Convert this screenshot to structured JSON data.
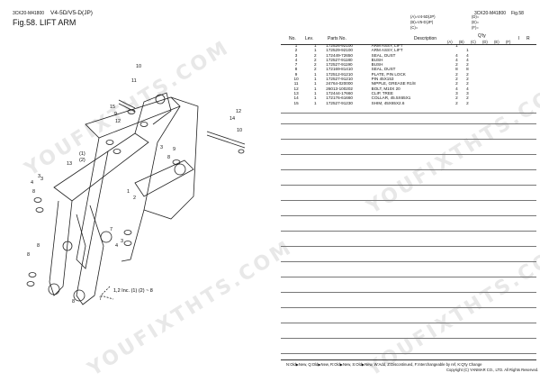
{
  "header": {
    "model_left": "3CK20-M41800",
    "series": "V4-5D/V5-D(JP)",
    "fig_title": "Fig.58.  LIFT ARM",
    "model_right": "3CK20-M41800",
    "fig_right": "Fig.58"
  },
  "variants": {
    "left": [
      "(A)=V4-5D(JP)",
      "(B)=V5-D(JP)",
      "(C)="
    ],
    "right": [
      "(D)=",
      "(E)=",
      "(F)="
    ]
  },
  "columns": {
    "no": "No.",
    "lev": "Lev.",
    "parts_no": "Parts No.",
    "description": "Description",
    "qty": "Q'ty",
    "qty_cols": [
      "(A)",
      "(B)",
      "(C)",
      "(D)",
      "(E)",
      "(F)"
    ],
    "i": "I",
    "r": "R"
  },
  "rows": [
    {
      "no": "1",
      "lev": "1",
      "pn": "172526-92100",
      "desc": "ARM ASSY, LIFT",
      "a": "1",
      "b": ""
    },
    {
      "no": "2",
      "lev": "1",
      "pn": "172529-92100",
      "desc": "ARM ASSY, LIFT",
      "a": "",
      "b": "1"
    },
    {
      "no": "3",
      "lev": "2",
      "pn": "172449-72650",
      "desc": "SEAL, DUST",
      "a": "4",
      "b": "4"
    },
    {
      "no": "4",
      "lev": "2",
      "pn": "172527-91180",
      "desc": "BUSH",
      "a": "4",
      "b": "4"
    },
    {
      "no": "7",
      "lev": "2",
      "pn": "172527-91190",
      "desc": "BUSH",
      "a": "2",
      "b": "2"
    },
    {
      "no": "8",
      "lev": "2",
      "pn": "172169-81410",
      "desc": "SEAL, DUST",
      "a": "8",
      "b": "8"
    },
    {
      "no": "9",
      "lev": "1",
      "pn": "172512-91210",
      "desc": "PLATE, PIN LOCK",
      "a": "2",
      "b": "2"
    },
    {
      "no": "10",
      "lev": "1",
      "pn": "172527-91210",
      "desc": "PIN 45X153",
      "a": "2",
      "b": "2"
    },
    {
      "no": "11",
      "lev": "1",
      "pn": "24764-020000",
      "desc": "NIPPLE, GREASE R1/8",
      "a": "2",
      "b": "2"
    },
    {
      "no": "12",
      "lev": "1",
      "pn": "26013-100202",
      "desc": "BOLT, M10X 20",
      "a": "4",
      "b": "4"
    },
    {
      "no": "13",
      "lev": "1",
      "pn": "172444-17660",
      "desc": "CLIP, TREE",
      "a": "3",
      "b": "3"
    },
    {
      "no": "14",
      "lev": "1",
      "pn": "172176-61660",
      "desc": "COLLAR, 45.5X65X1",
      "a": "2",
      "b": "2"
    },
    {
      "no": "15",
      "lev": "1",
      "pn": "172527-91230",
      "desc": "SHIM, 45X65X2.6",
      "a": "2",
      "b": "2"
    }
  ],
  "drawing": {
    "callouts": [
      "15",
      "9",
      "12",
      "10",
      "11",
      "3",
      "8",
      "14",
      "12",
      "10",
      "1",
      "2",
      "13",
      "3",
      "4",
      "8",
      "7",
      "3",
      "9",
      "8",
      "3",
      "4",
      "8",
      "7",
      "8"
    ],
    "legend_paren": "(1)",
    "legend_paren2": "(2)",
    "note": "1,2 Inc.  (1)  (2) ~ 8"
  },
  "footer": {
    "legend": "N:Old▶New, Q:Old▶New, R:Old▶New, S:Old▶New, W:Add, Z:Discontinued, F:Interchangeable by ref, K:Q'ty Change",
    "copyright": "Copyright (C)  YANMAR CO., LTD. All Rights Reserved."
  },
  "watermark": "YOUFIXTHTS.COM"
}
